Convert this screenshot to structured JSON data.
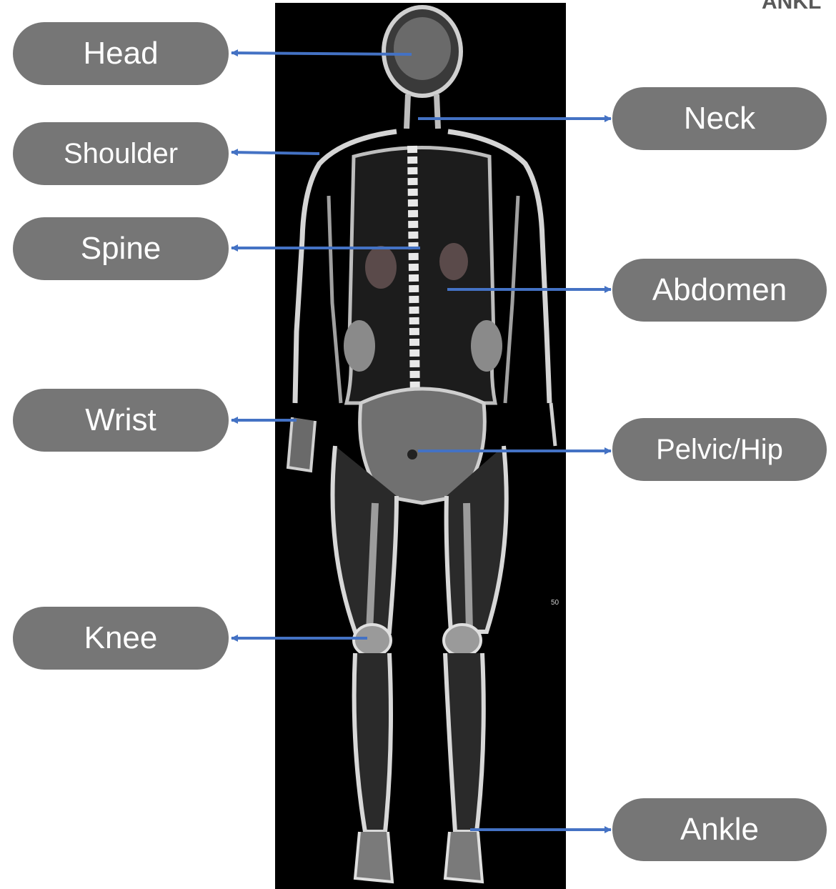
{
  "labels": {
    "head": "Head",
    "shoulder": "Shoulder",
    "spine": "Spine",
    "wrist": "Wrist",
    "knee": "Knee",
    "neck": "Neck",
    "abdomen": "Abdomen",
    "pelvic_hip": "Pelvic/Hip",
    "ankle": "Ankle"
  },
  "corner_text": "ANKL",
  "image_marker": "50",
  "colors": {
    "pill_fill": "#767676",
    "pill_text": "#ffffff",
    "arrow": "#4472c4",
    "scan_background": "#000000"
  },
  "image": {
    "description_icon": "whole-body-mri-scan-icon"
  }
}
